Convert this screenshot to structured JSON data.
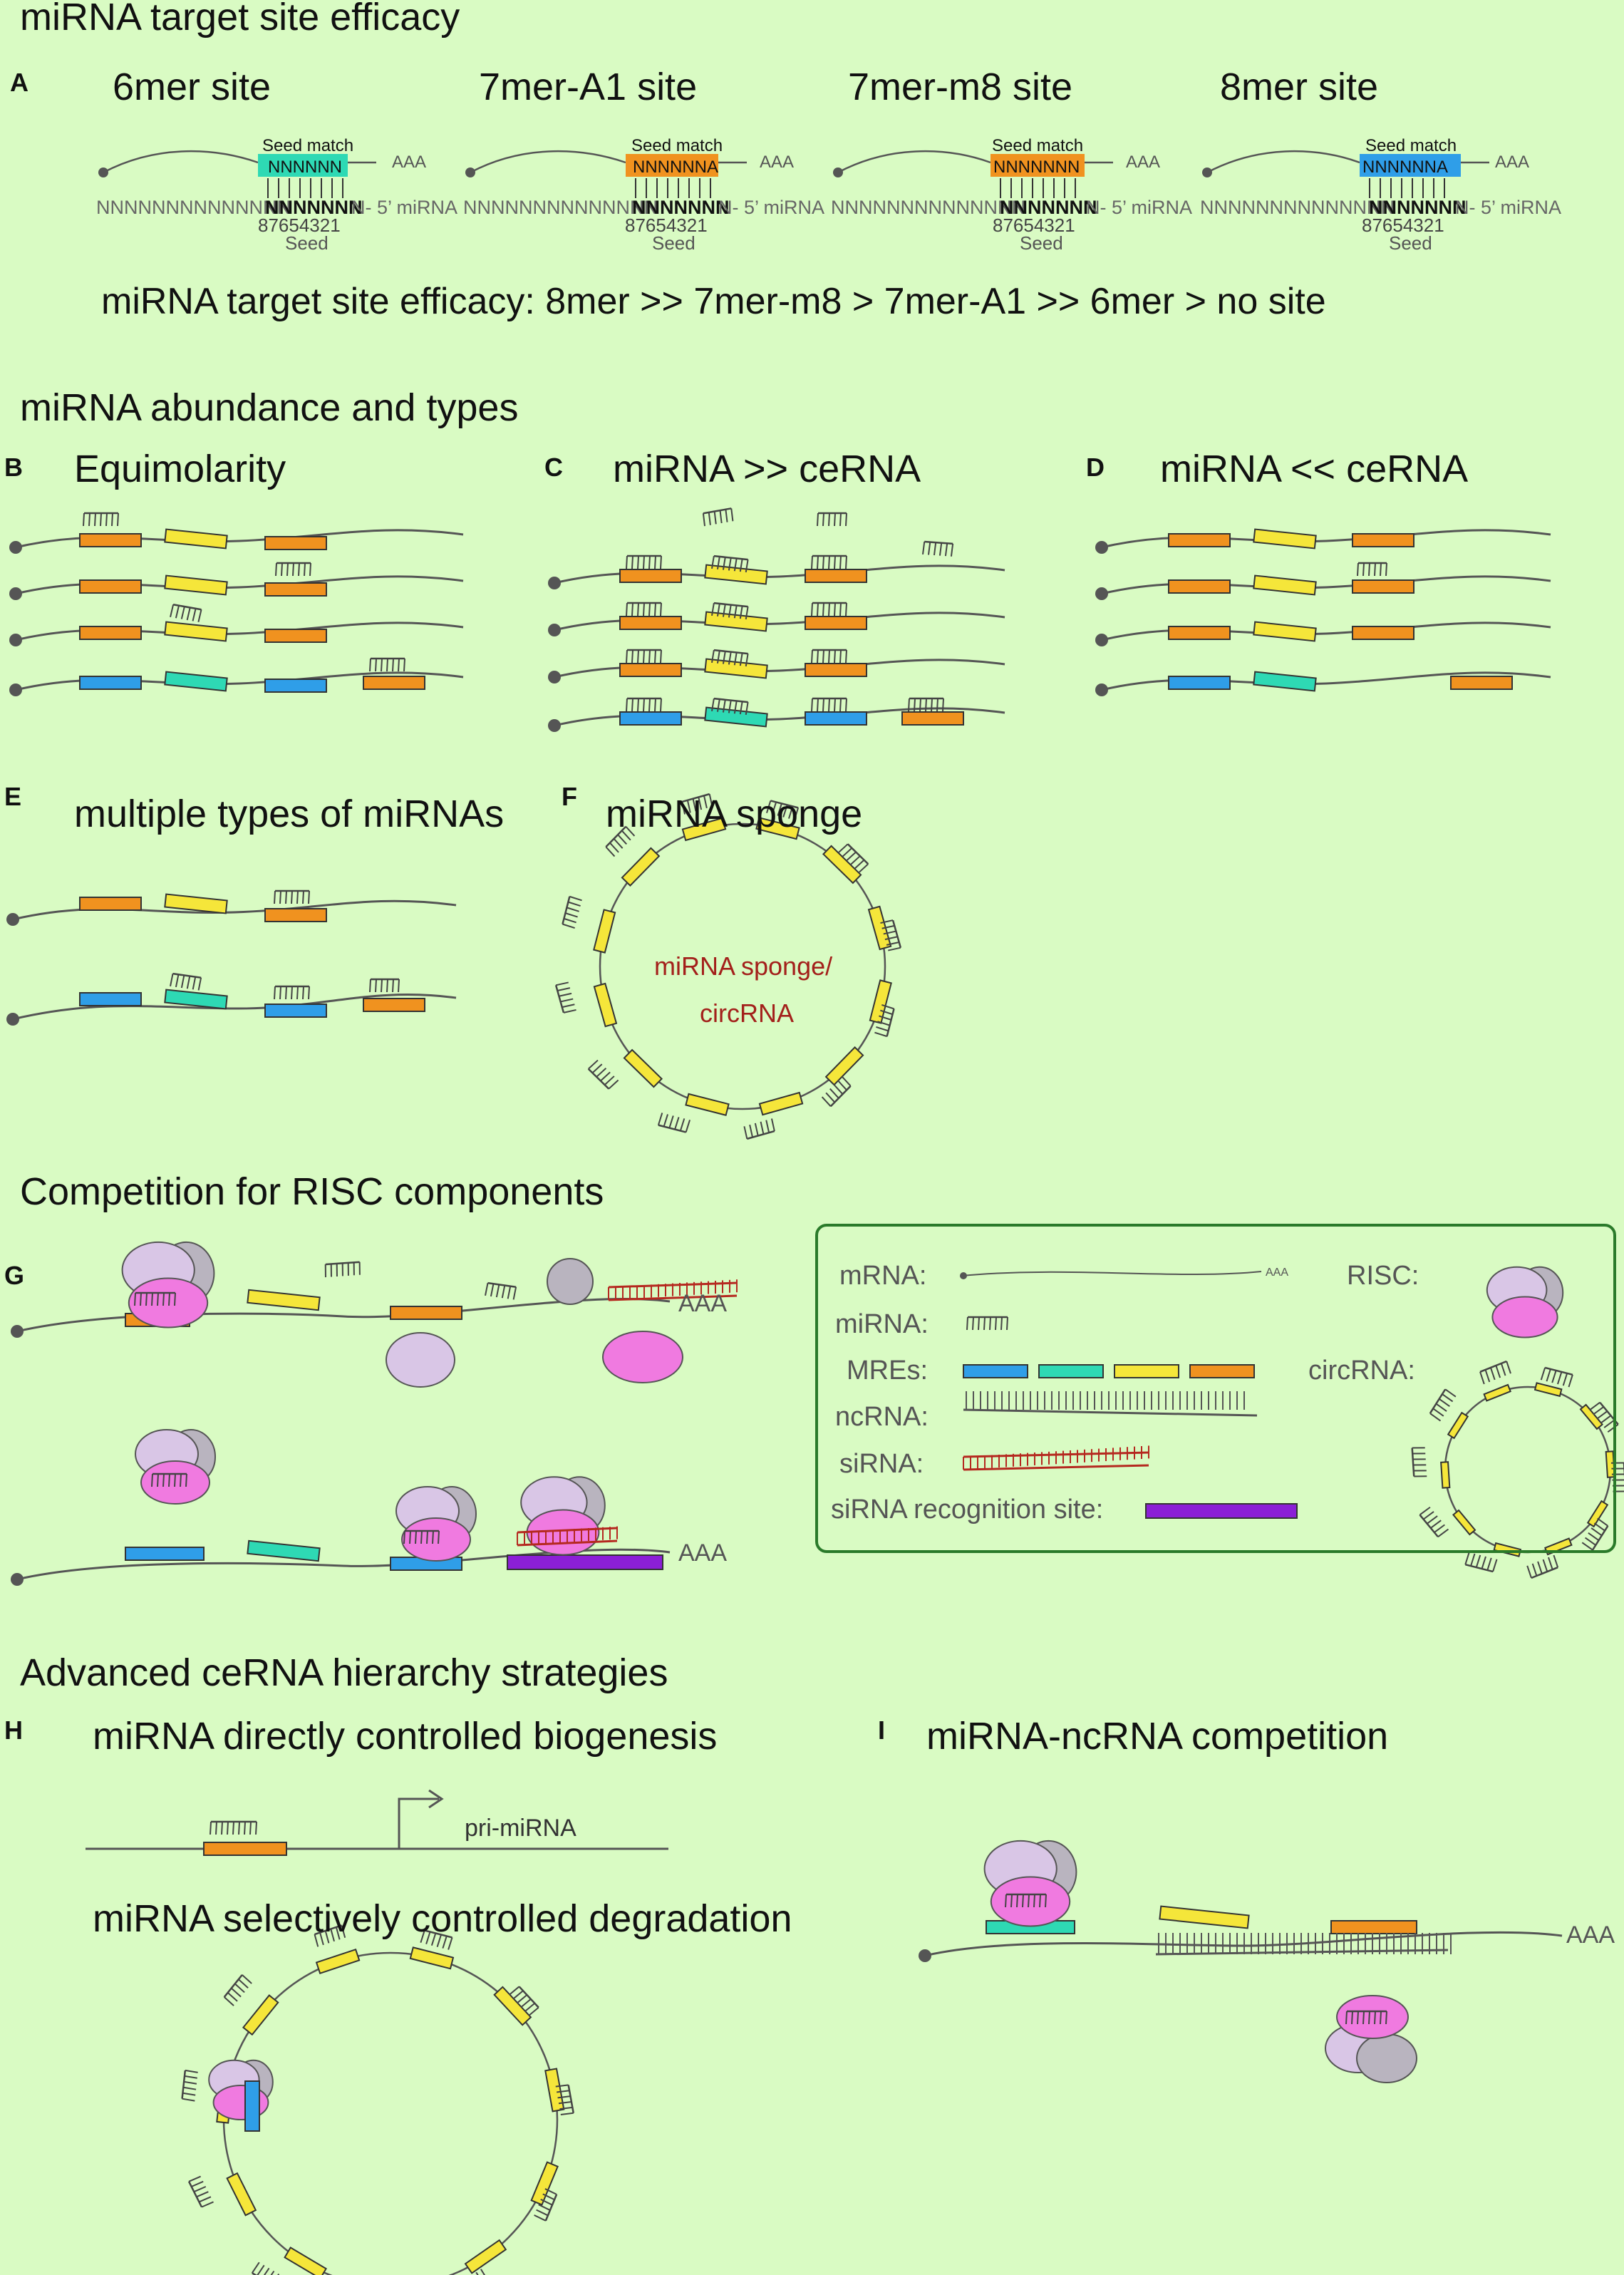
{
  "sections": {
    "s1": "miRNA target site efficacy",
    "s2": "miRNA abundance and types",
    "s3": "Competition for RISC components",
    "s4": "Advanced ceRNA hierarchy strategies"
  },
  "panelA": {
    "letter": "A",
    "sites": [
      {
        "title": "6mer site",
        "seed_text": "NNNNNN",
        "color": "#2ed9b4"
      },
      {
        "title": "7mer-A1 site",
        "seed_text": "NNNNNNA",
        "color": "#f0921f"
      },
      {
        "title": "7mer-m8 site",
        "seed_text": "NNNNNNN",
        "color": "#f0921f"
      },
      {
        "title": "8mer site",
        "seed_text": "NNNNNNA",
        "color": "#2f9ee8"
      }
    ],
    "seed_match_label": "Seed match",
    "aaa": "AAA",
    "mirna_prefix": "NNNNNNNNNNNNNN",
    "mirna_seed": "NNNNNNN",
    "mirna_suffix": "N- 5’ miRNA",
    "digits": "87654321",
    "seed_label": "Seed",
    "efficacy": "miRNA target site efficacy: 8mer >> 7mer-m8 > 7mer-A1 >> 6mer > no site"
  },
  "panelB": {
    "letter": "B",
    "title": "Equimolarity"
  },
  "panelC": {
    "letter": "C",
    "title": "miRNA >> ceRNA"
  },
  "panelD": {
    "letter": "D",
    "title": "miRNA << ceRNA"
  },
  "panelE": {
    "letter": "E",
    "title": "multiple types of miRNAs"
  },
  "panelF": {
    "letter": "F",
    "title": "miRNA sponge",
    "label_line1": "miRNA sponge/",
    "label_line2": "circRNA"
  },
  "panelG": {
    "letter": "G",
    "aaa": "AAA",
    "legend": {
      "mrna": "mRNA:",
      "mirna": "miRNA:",
      "mres": "MREs:",
      "ncrna": "ncRNA:",
      "sirna": "siRNA:",
      "sirna_site": "siRNA recognition site:",
      "risc": "RISC:",
      "circrna": "circRNA:",
      "mrna_aaa": "AAA"
    }
  },
  "panelH": {
    "letter": "H",
    "title": "miRNA directly controlled biogenesis",
    "pri": "pri-miRNA",
    "title2": "miRNA selectively controlled degradation"
  },
  "panelI": {
    "letter": "I",
    "title": "miRNA-ncRNA competition",
    "aaa": "AAA"
  },
  "colors": {
    "background": "#d9fbc3",
    "orange": "#f0921f",
    "yellow": "#f5e63a",
    "blue": "#2f9ee8",
    "teal": "#2ed9b4",
    "purple": "#8b1fd6",
    "risc_light": "#d9c6e6",
    "risc_pink": "#f07ae0",
    "risc_gray": "#b9b4bf",
    "sirna_red": "#b5281f",
    "legend_border": "#2a7a2a"
  }
}
